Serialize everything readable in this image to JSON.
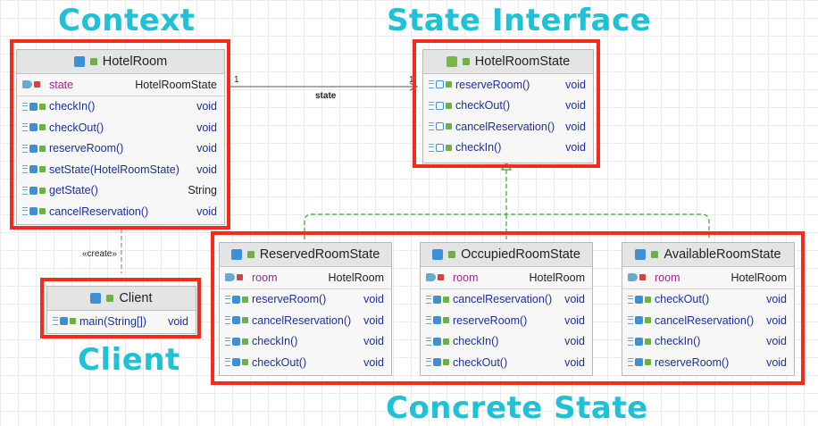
{
  "labels": {
    "context": "Context",
    "state_interface": "State Interface",
    "client": "Client",
    "concrete_state": "Concrete State"
  },
  "relations": {
    "assoc_label": "state",
    "mult_left": "1",
    "mult_right": "1",
    "create_label": "«create»"
  },
  "hotel_room": {
    "name": "HotelRoom",
    "field": {
      "name": "state",
      "type": "HotelRoomState"
    },
    "methods": [
      {
        "name": "checkIn()",
        "type": "void"
      },
      {
        "name": "checkOut()",
        "type": "void"
      },
      {
        "name": "reserveRoom()",
        "type": "void"
      },
      {
        "name": "setState(HotelRoomState)",
        "type": "void"
      },
      {
        "name": "getState()",
        "type": "String"
      },
      {
        "name": "cancelReservation()",
        "type": "void"
      }
    ]
  },
  "hotel_room_state": {
    "name": "HotelRoomState",
    "methods": [
      {
        "name": "reserveRoom()",
        "type": "void"
      },
      {
        "name": "checkOut()",
        "type": "void"
      },
      {
        "name": "cancelReservation()",
        "type": "void"
      },
      {
        "name": "checkIn()",
        "type": "void"
      }
    ]
  },
  "client": {
    "name": "Client",
    "methods": [
      {
        "name": "main(String[])",
        "type": "void"
      }
    ]
  },
  "reserved": {
    "name": "ReservedRoomState",
    "field": {
      "name": "room",
      "type": "HotelRoom"
    },
    "methods": [
      {
        "name": "reserveRoom()",
        "type": "void"
      },
      {
        "name": "cancelReservation()",
        "type": "void"
      },
      {
        "name": "checkIn()",
        "type": "void"
      },
      {
        "name": "checkOut()",
        "type": "void"
      }
    ]
  },
  "occupied": {
    "name": "OccupiedRoomState",
    "field": {
      "name": "room",
      "type": "HotelRoom"
    },
    "methods": [
      {
        "name": "cancelReservation()",
        "type": "void"
      },
      {
        "name": "reserveRoom()",
        "type": "void"
      },
      {
        "name": "checkIn()",
        "type": "void"
      },
      {
        "name": "checkOut()",
        "type": "void"
      }
    ]
  },
  "available": {
    "name": "AvailableRoomState",
    "field": {
      "name": "room",
      "type": "HotelRoom"
    },
    "methods": [
      {
        "name": "checkOut()",
        "type": "void"
      },
      {
        "name": "cancelReservation()",
        "type": "void"
      },
      {
        "name": "checkIn()",
        "type": "void"
      },
      {
        "name": "reserveRoom()",
        "type": "void"
      }
    ]
  },
  "colors": {
    "highlight": "#f42a1a",
    "title": "#1ec1d6",
    "implements": "#3aa33a"
  }
}
